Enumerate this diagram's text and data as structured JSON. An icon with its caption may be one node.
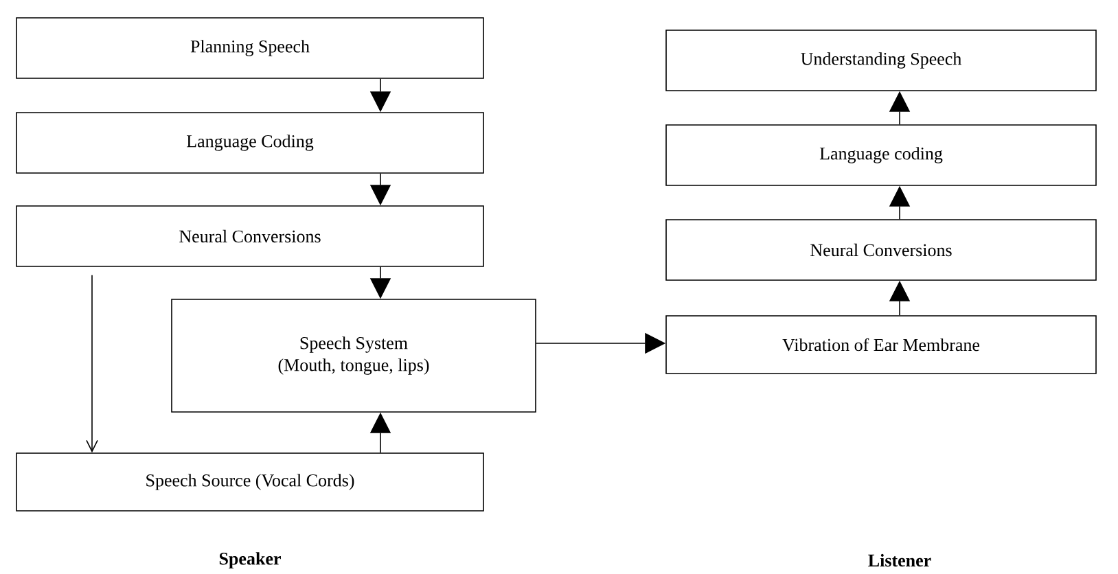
{
  "diagram": {
    "nodes": [
      {
        "text": [
          "Planning Speech"
        ]
      },
      {
        "text": [
          "Language Coding"
        ]
      },
      {
        "text": [
          "Neural Conversions"
        ]
      },
      {
        "text": [
          "Speech System",
          "(Mouth, tongue, lips)"
        ]
      },
      {
        "text": [
          "Speech Source (Vocal Cords)"
        ]
      },
      {
        "text": [
          "Understanding Speech"
        ]
      },
      {
        "text": [
          "Language coding"
        ]
      },
      {
        "text": [
          "Neural Conversions"
        ]
      },
      {
        "text": [
          "Vibration of Ear Membrane"
        ]
      }
    ],
    "edges": [
      {
        "from": 0,
        "to": 1,
        "arrow": "to"
      },
      {
        "from": 1,
        "to": 2,
        "arrow": "to"
      },
      {
        "from": 2,
        "to": 3,
        "arrow": "to"
      },
      {
        "from": 2,
        "to": 4,
        "arrow": "to"
      },
      {
        "from": 4,
        "to": 3,
        "arrow": "to"
      },
      {
        "from": 3,
        "to": 8,
        "arrow": "to"
      },
      {
        "from": 8,
        "to": 7,
        "arrow": "to"
      },
      {
        "from": 7,
        "to": 6,
        "arrow": "to"
      },
      {
        "from": 6,
        "to": 5,
        "arrow": "to"
      }
    ],
    "labels": [
      "Speaker",
      "Listener"
    ]
  }
}
